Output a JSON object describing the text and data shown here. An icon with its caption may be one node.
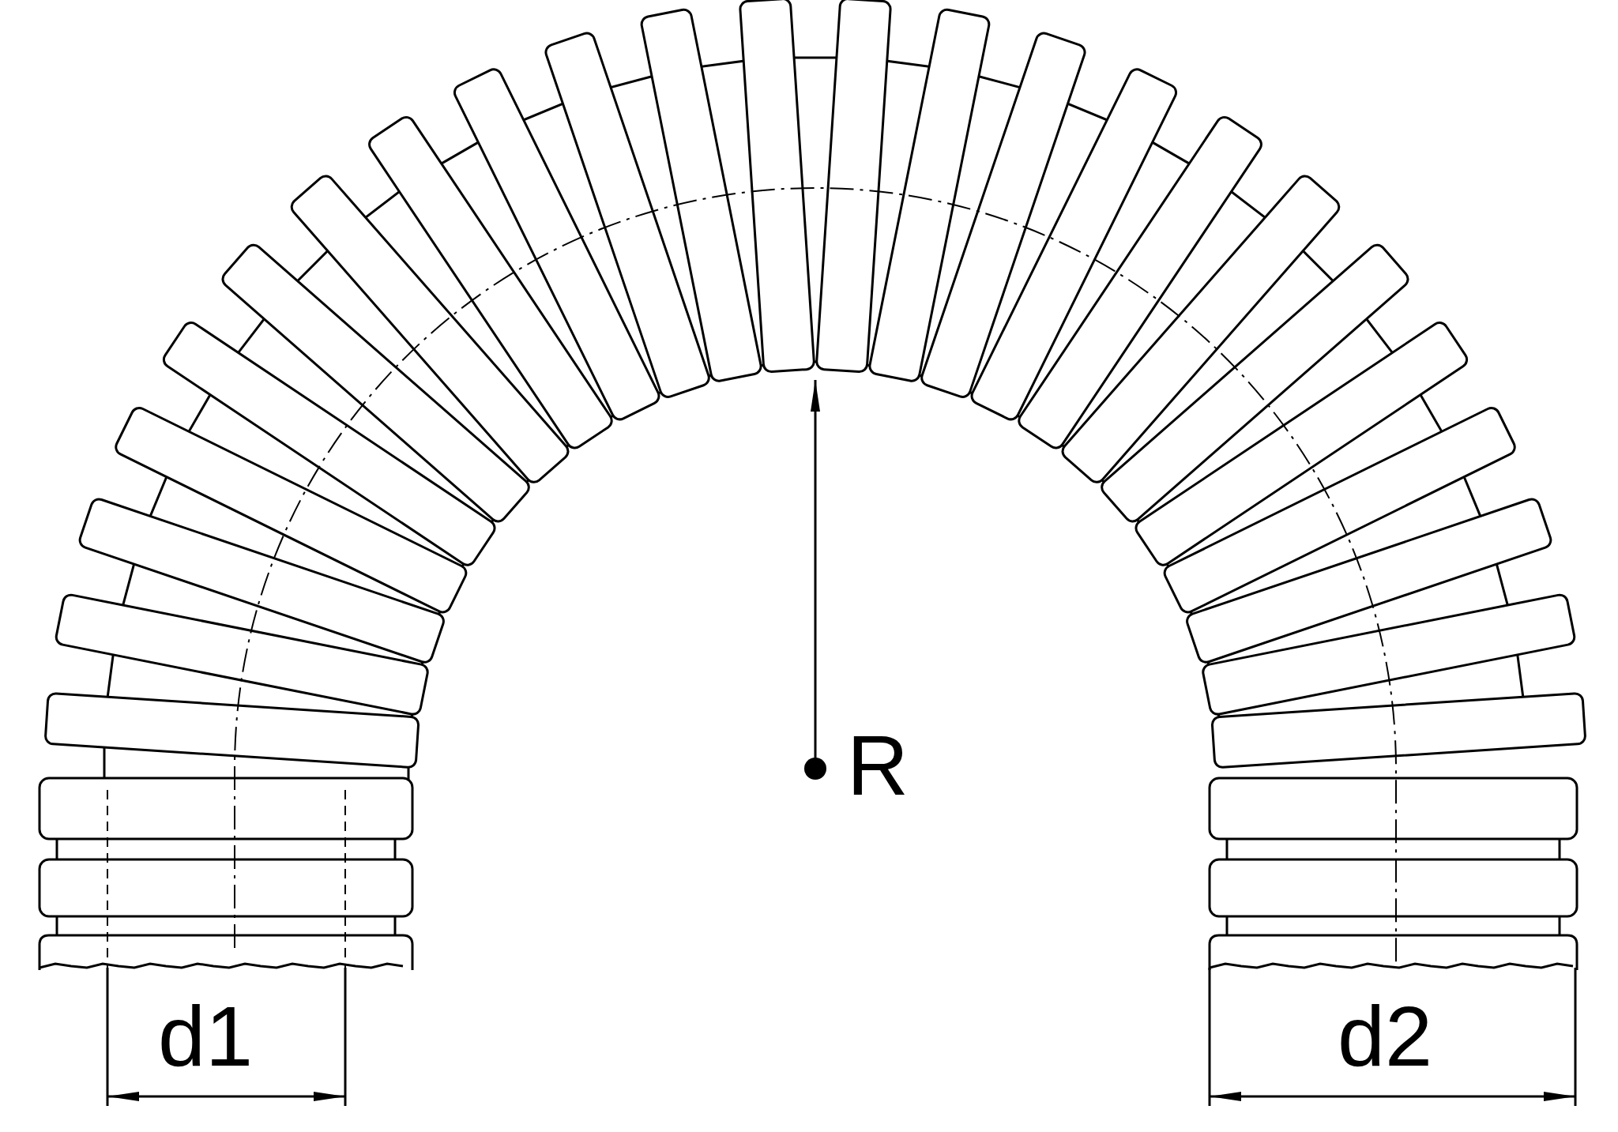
{
  "diagram": {
    "labels": [
      "R",
      "d1",
      "d2"
    ]
  }
}
